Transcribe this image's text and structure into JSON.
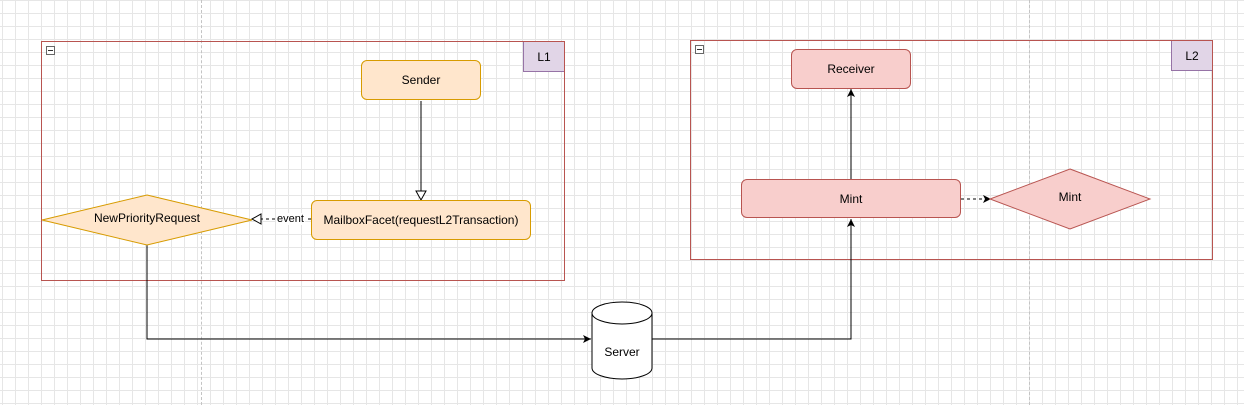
{
  "containers": {
    "l1": {
      "title": "L1"
    },
    "l2": {
      "title": "L2"
    }
  },
  "nodes": {
    "sender": "Sender",
    "mailbox_facet": "MailboxFacet(requestL2Transaction)",
    "new_priority_request": "NewPriorityRequest",
    "receiver": "Receiver",
    "mint_box": "Mint",
    "mint_diamond": "Mint",
    "server": "Server"
  },
  "edges": {
    "event_label": "event"
  },
  "colors": {
    "orange_fill": "#ffe6cc",
    "orange_stroke": "#d79b00",
    "red_fill": "#f8cecc",
    "red_stroke": "#b85450",
    "purple_fill": "#e1d5e7",
    "purple_stroke": "#9673a6"
  }
}
